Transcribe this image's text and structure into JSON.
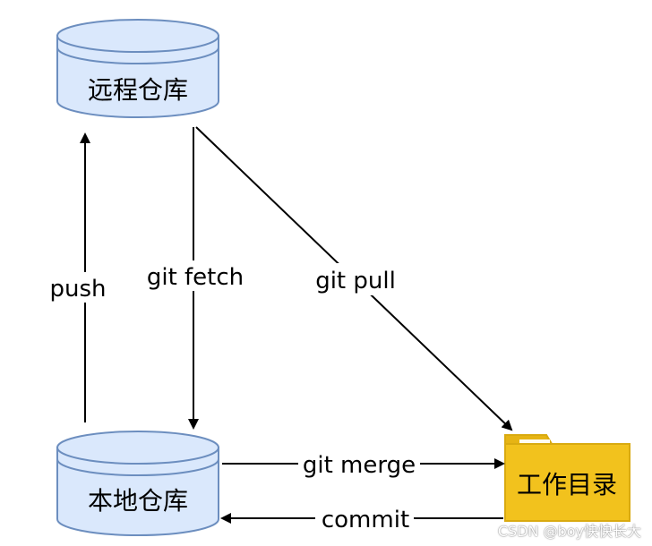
{
  "diagram": {
    "nodes": {
      "remote_repo": {
        "label": "远程仓库"
      },
      "local_repo": {
        "label": "本地仓库"
      },
      "working_dir": {
        "label": "工作目录"
      }
    },
    "edges": {
      "push": "push",
      "fetch": "git fetch",
      "pull": "git pull",
      "merge": "git merge",
      "commit": "commit"
    }
  },
  "watermark": "CSDN @boy快快长大",
  "colors": {
    "cylinder_fill": "#dae8fc",
    "cylinder_stroke": "#6c8ebf",
    "folder_fill": "#f2c21d",
    "folder_tab": "#e6b414",
    "line": "#000000"
  },
  "icons": {
    "remote_repo": "database-cylinder",
    "local_repo": "database-cylinder",
    "working_dir": "folder"
  }
}
